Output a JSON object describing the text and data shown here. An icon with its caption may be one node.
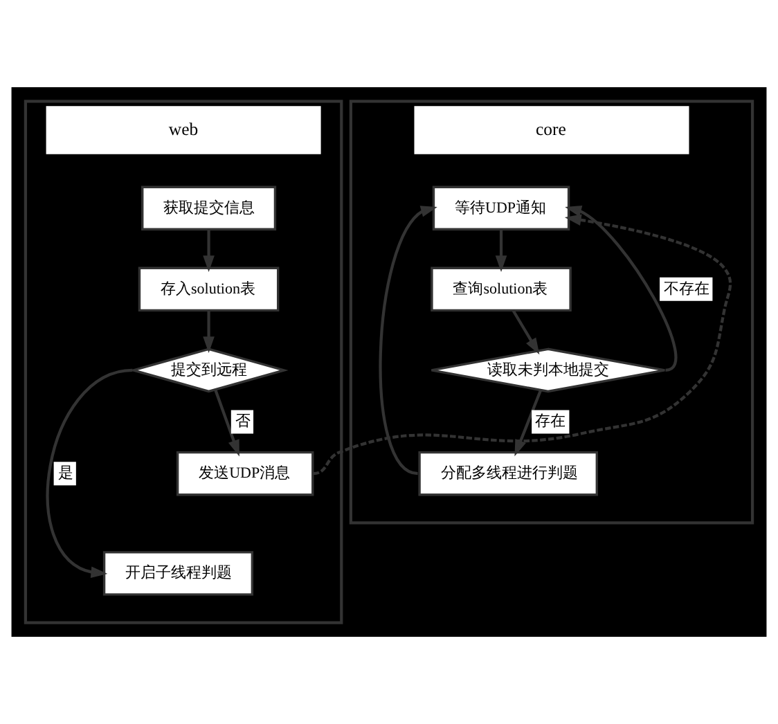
{
  "diagram": {
    "nodes": [
      {
        "text": [
          "web"
        ]
      },
      {
        "text": [
          "core"
        ]
      },
      {
        "text": [
          "获取提交信息"
        ],
        "in": 0
      },
      {
        "text": [
          "存入solution表"
        ],
        "in": 0
      },
      {
        "text": [
          "提交到远程"
        ],
        "in": 0
      },
      {
        "text": [
          "发送UDP消息"
        ],
        "in": 0
      },
      {
        "text": [
          "开启子线程判题"
        ],
        "in": 0
      },
      {
        "text": [
          "等待UDP通知"
        ],
        "in": 1
      },
      {
        "text": [
          "查询solution表"
        ],
        "in": 1
      },
      {
        "text": [
          "读取未判本地提交"
        ],
        "in": 1
      },
      {
        "text": [
          "分配多线程进行判题"
        ],
        "in": 1
      }
    ],
    "edges": [
      {
        "from": 2,
        "to": 3,
        "arrow": "to"
      },
      {
        "from": 3,
        "to": 4,
        "arrow": "to"
      },
      {
        "from": 4,
        "to": 5,
        "arrow": "to",
        "label": "否"
      },
      {
        "from": 4,
        "to": 6,
        "arrow": "to",
        "label": "是"
      },
      {
        "from": 5,
        "to": 7,
        "arrow": "to",
        "style": "dashed"
      },
      {
        "from": 7,
        "to": 8,
        "arrow": "to"
      },
      {
        "from": 8,
        "to": 9,
        "arrow": "to"
      },
      {
        "from": 9,
        "to": 7,
        "arrow": "to",
        "label": "不存在"
      },
      {
        "from": 9,
        "to": 10,
        "arrow": "to",
        "label": "存在"
      },
      {
        "from": 10,
        "to": 7,
        "arrow": "to"
      }
    ]
  }
}
